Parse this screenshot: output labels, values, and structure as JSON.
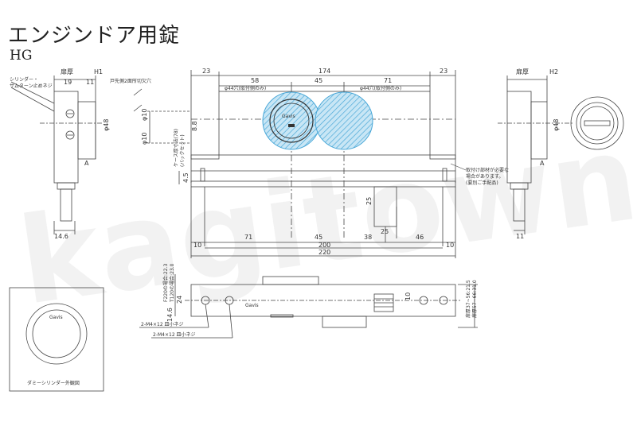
{
  "header": {
    "title": "エンジンドア用錠",
    "model": "HG"
  },
  "watermark": "kagitown",
  "front_view": {
    "top_dims": [
      "23",
      "174",
      "23"
    ],
    "cyl_dims": [
      "58",
      "45",
      "71"
    ],
    "hole_left": "φ44穴(取付側のみ)",
    "hole_right": "φ44穴(取付側のみ)",
    "left_dims": [
      "8.8",
      "φ10",
      "φ10"
    ],
    "case_note": "ケース厚寸法(78)",
    "case_note2": "(バックセット)",
    "dim_4_5": "4.5",
    "dim_25_v": "25",
    "dim_25_h": "25",
    "bottom_dims": [
      "10",
      "71",
      "45",
      "38",
      "46",
      "10"
    ],
    "dim_200": "200",
    "dim_220": "220",
    "note_lines": [
      "取付け部材が必要な",
      "場合があります。",
      "(要別ご手配品)"
    ],
    "brand": "Gavis"
  },
  "left_side": {
    "labels": [
      "扉厚",
      "H1",
      "19",
      "11",
      "φ48",
      "A",
      "14.6"
    ],
    "cyl_label_1": "シリンダー・",
    "cyl_label_2": "サムターン止めネジ",
    "cut_label": "戸先側2面所切欠穴"
  },
  "right_side": {
    "labels": [
      "扉厚",
      "H2",
      "φ48",
      "A",
      "11"
    ]
  },
  "bottom_view": {
    "vert_labels": [
      "F220の場合:22.3",
      "T120の場合:23.0",
      "14.6",
      "24",
      "10",
      "扉厚37~56:21.5",
      "扉厚57~66:31.0"
    ],
    "screw1": "2-M4×12 皿小ネジ",
    "screw2": "2-M4×12 皿小ネジ",
    "brand": "Gavis"
  },
  "dummy": {
    "caption": "ダミーシリンダー外観図",
    "brand": "Gavis"
  },
  "colors": {
    "line": "#444444",
    "hatch": "#4aa8d8",
    "hatch_fill": "#c8e6f5"
  }
}
